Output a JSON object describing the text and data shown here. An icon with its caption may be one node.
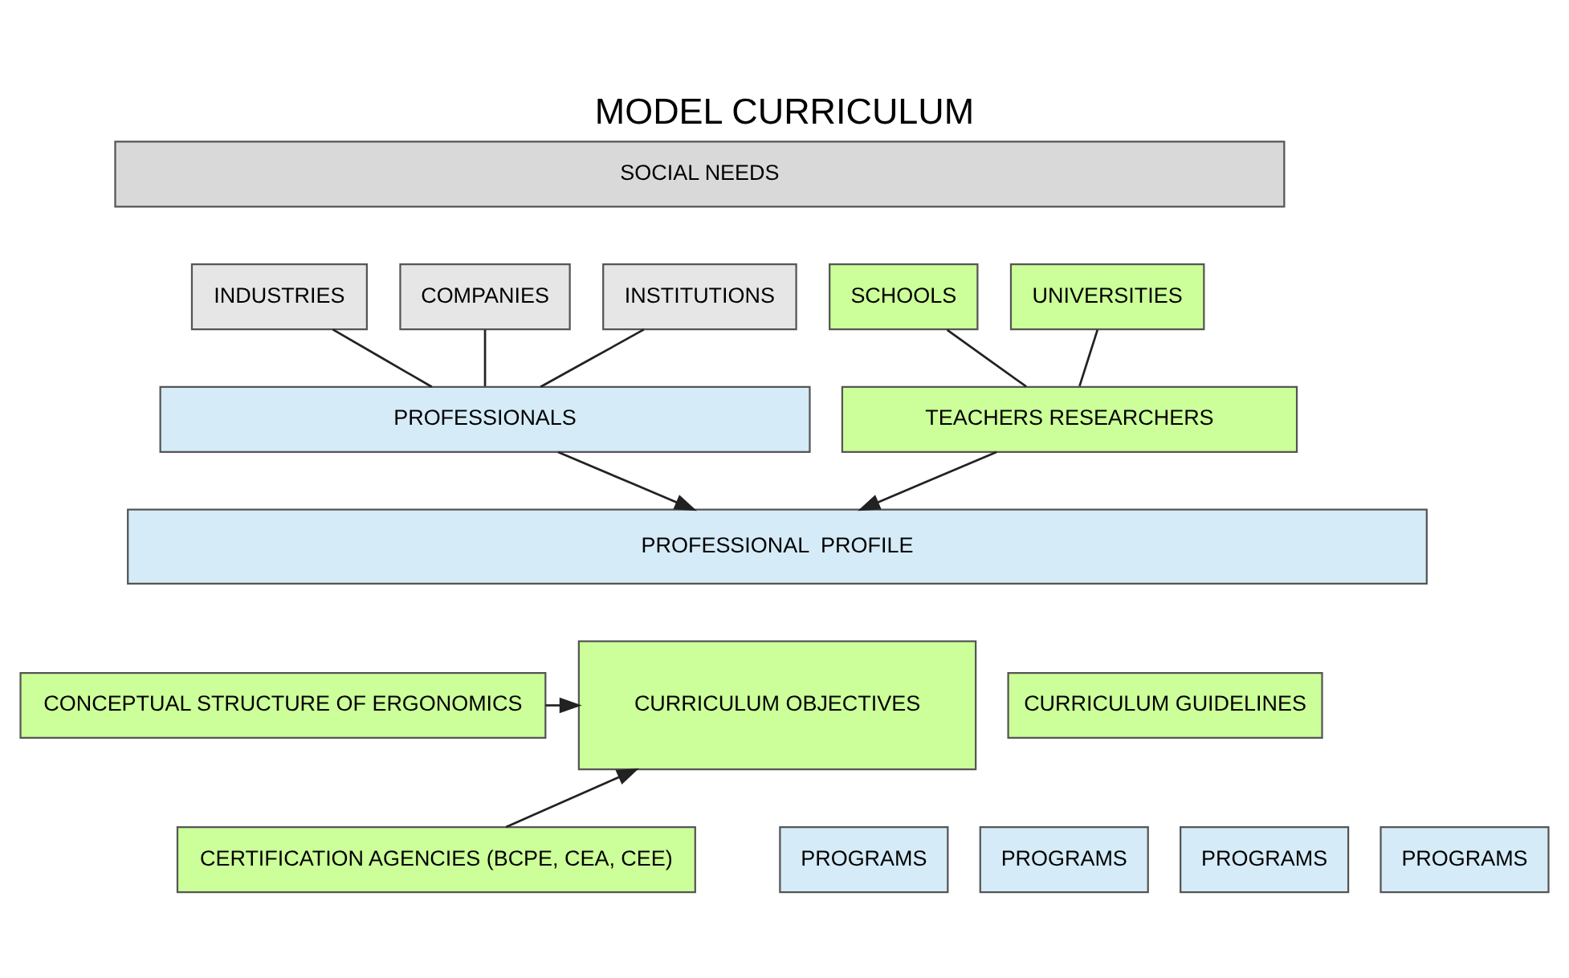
{
  "diagram": {
    "title": "MODEL CURRICULUM",
    "nodes": [
      {
        "text": [
          "SOCIAL NEEDS"
        ]
      },
      {
        "text": [
          "INDUSTRIES"
        ]
      },
      {
        "text": [
          "COMPANIES"
        ]
      },
      {
        "text": [
          "INSTITUTIONS"
        ]
      },
      {
        "text": [
          "SCHOOLS"
        ]
      },
      {
        "text": [
          "UNIVERSITIES"
        ]
      },
      {
        "text": [
          "PROFESSIONALS"
        ]
      },
      {
        "text": [
          "TEACHERS RESEARCHERS"
        ]
      },
      {
        "text": [
          "PROFESSIONAL  PROFILE"
        ]
      },
      {
        "text": [
          "CONCEPTUAL STRUCTURE OF ERGONOMICS"
        ]
      },
      {
        "text": [
          "CERTIFICATION AGENCIES (BCPE, CEA, CEE)"
        ]
      },
      {
        "text": [
          "CURRICULUM OBJECTIVES"
        ]
      },
      {
        "text": [
          "CURRICULUM GUIDELINES"
        ]
      },
      {
        "text": [
          "PROGRAMS"
        ]
      },
      {
        "text": [
          "PROGRAMS"
        ]
      },
      {
        "text": [
          "PROGRAMS"
        ]
      },
      {
        "text": [
          "PROGRAMS"
        ]
      }
    ],
    "edges": [
      {
        "from": 1,
        "to": 6,
        "arrow": "none"
      },
      {
        "from": 2,
        "to": 6,
        "arrow": "none"
      },
      {
        "from": 3,
        "to": 6,
        "arrow": "none"
      },
      {
        "from": 4,
        "to": 7,
        "arrow": "none"
      },
      {
        "from": 5,
        "to": 7,
        "arrow": "none"
      },
      {
        "from": 6,
        "to": 8,
        "arrow": "to"
      },
      {
        "from": 7,
        "to": 8,
        "arrow": "to"
      },
      {
        "from": 9,
        "to": 11,
        "arrow": "to"
      },
      {
        "from": 10,
        "to": 11,
        "arrow": "to"
      }
    ]
  }
}
